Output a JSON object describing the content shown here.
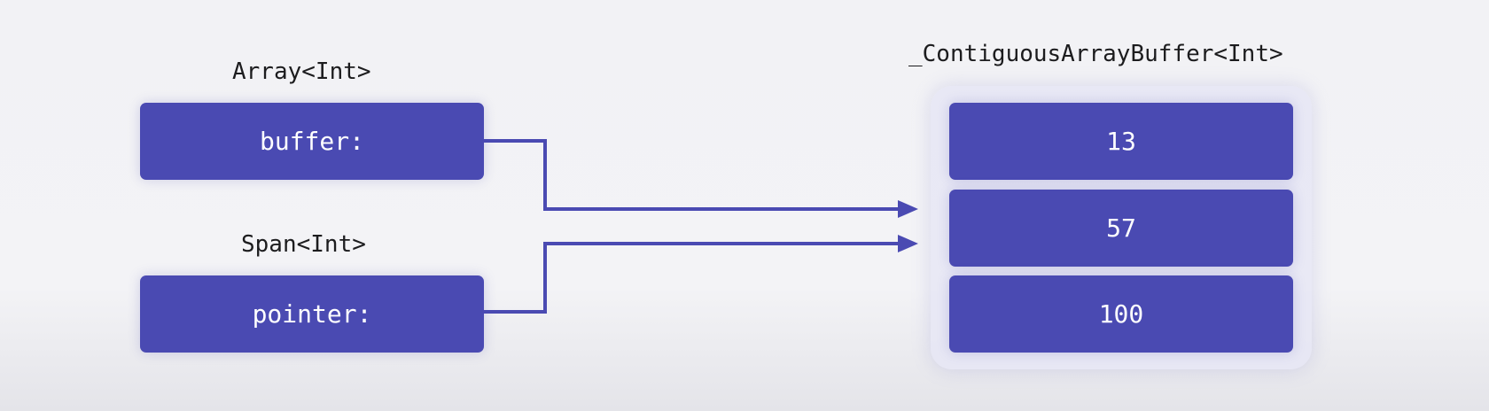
{
  "array": {
    "type_label": "Array<Int>",
    "field_label": "buffer:"
  },
  "span": {
    "type_label": "Span<Int>",
    "field_label": "pointer:"
  },
  "storage": {
    "type_label": "_ContiguousArrayBuffer<Int>",
    "elements": [
      "13",
      "57",
      "100"
    ]
  },
  "colors": {
    "accent": "#4a4ab2",
    "background": "#f2f2f5"
  }
}
